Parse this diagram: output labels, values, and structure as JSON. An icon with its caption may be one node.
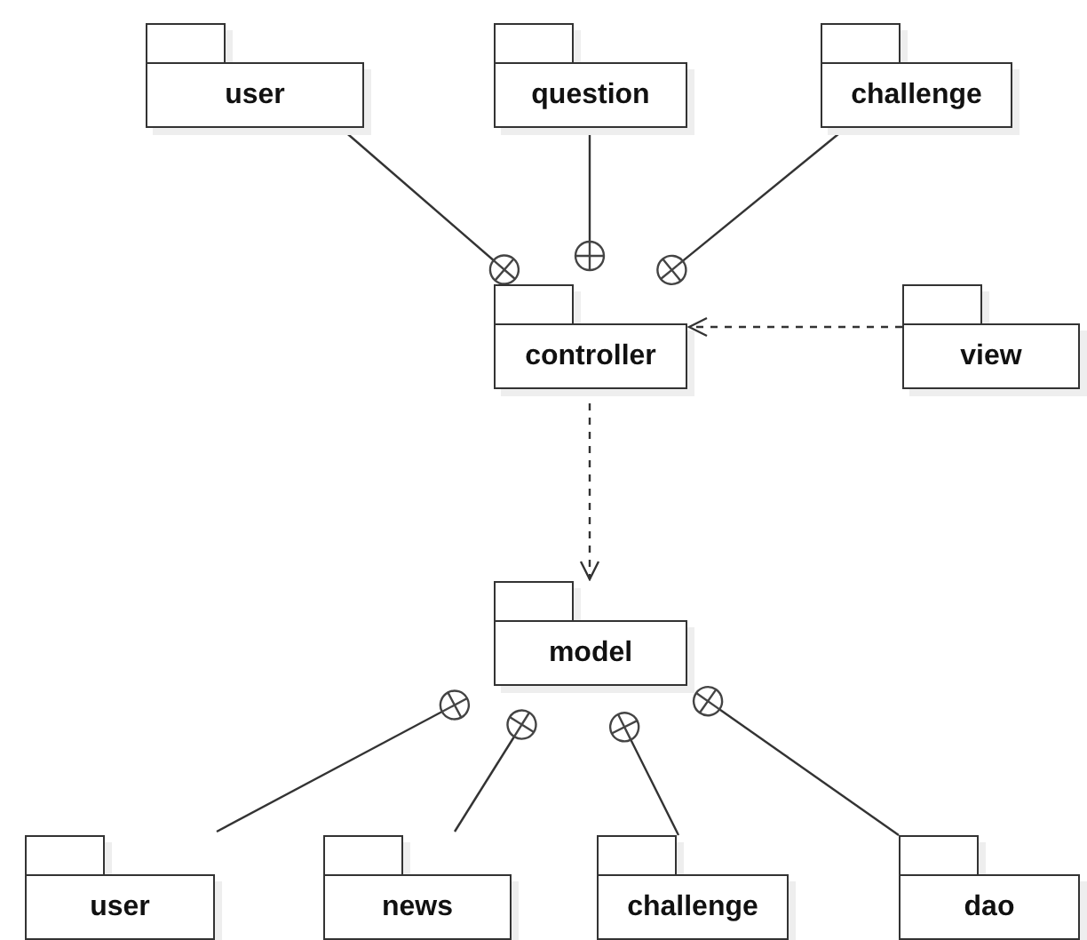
{
  "diagram": {
    "nodes": [
      {
        "text": [
          "user"
        ]
      },
      {
        "text": [
          "question"
        ]
      },
      {
        "text": [
          "challenge"
        ]
      },
      {
        "text": [
          "controller"
        ]
      },
      {
        "text": [
          "view"
        ]
      },
      {
        "text": [
          "model"
        ]
      },
      {
        "text": [
          "user"
        ]
      },
      {
        "text": [
          "news"
        ]
      },
      {
        "text": [
          "challenge"
        ]
      },
      {
        "text": [
          "dao"
        ]
      }
    ],
    "edges": [
      {
        "from": 0,
        "to": 3,
        "arrow": "other"
      },
      {
        "from": 1,
        "to": 3,
        "arrow": "other"
      },
      {
        "from": 2,
        "to": 3,
        "arrow": "other"
      },
      {
        "from": 4,
        "to": 3,
        "arrow": "to",
        "style": "dashed"
      },
      {
        "from": 3,
        "to": 5,
        "arrow": "to",
        "style": "dashed"
      },
      {
        "from": 6,
        "to": 5,
        "arrow": "other"
      },
      {
        "from": 7,
        "to": 5,
        "arrow": "other"
      },
      {
        "from": 8,
        "to": 5,
        "arrow": "other"
      },
      {
        "from": 9,
        "to": 5,
        "arrow": "other"
      }
    ]
  }
}
